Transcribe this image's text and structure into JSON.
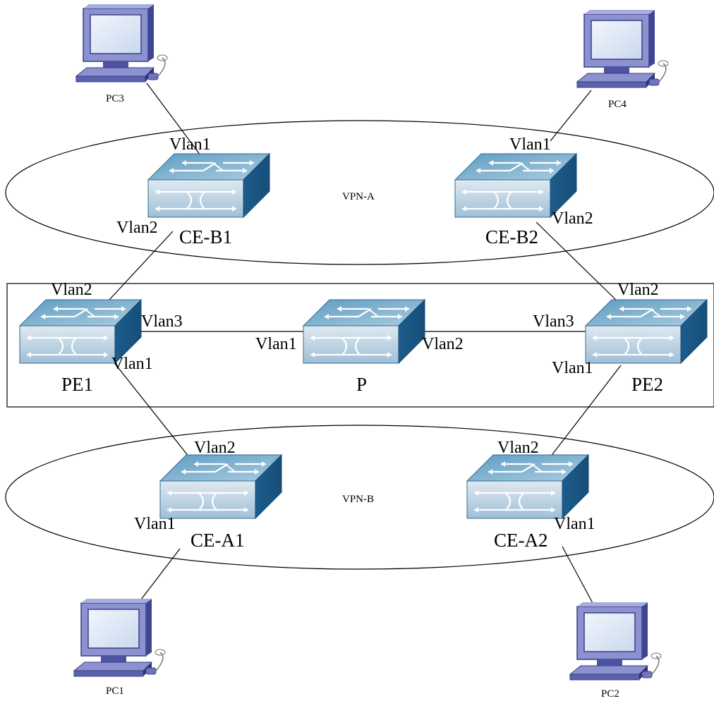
{
  "regions": {
    "vpn_a": {
      "label": "VPN-A"
    },
    "vpn_b": {
      "label": "VPN-B"
    }
  },
  "devices": {
    "pc3": {
      "label": "PC3",
      "icon": "pc-icon"
    },
    "pc4": {
      "label": "PC4",
      "icon": "pc-icon"
    },
    "pc1": {
      "label": "PC1",
      "icon": "pc-icon"
    },
    "pc2": {
      "label": "PC2",
      "icon": "pc-icon"
    },
    "ce_b1": {
      "label": "CE-B1",
      "icon": "switch-icon"
    },
    "ce_b2": {
      "label": "CE-B2",
      "icon": "switch-icon"
    },
    "pe1": {
      "label": "PE1",
      "icon": "switch-icon"
    },
    "p": {
      "label": "P",
      "icon": "switch-icon"
    },
    "pe2": {
      "label": "PE2",
      "icon": "switch-icon"
    },
    "ce_a1": {
      "label": "CE-A1",
      "icon": "switch-icon"
    },
    "ce_a2": {
      "label": "CE-A2",
      "icon": "switch-icon"
    }
  },
  "ports": {
    "ce_b1_v1": "Vlan1",
    "ce_b1_v2": "Vlan2",
    "ce_b2_v1": "Vlan1",
    "ce_b2_v2": "Vlan2",
    "pe1_v2": "Vlan2",
    "pe1_v3": "Vlan3",
    "pe1_v1": "Vlan1",
    "p_v1": "Vlan1",
    "p_v2": "Vlan2",
    "pe2_v3": "Vlan3",
    "pe2_v2": "Vlan2",
    "pe2_v1": "Vlan1",
    "ce_a1_v2": "Vlan2",
    "ce_a1_v1": "Vlan1",
    "ce_a2_v2": "Vlan2",
    "ce_a2_v1": "Vlan1"
  },
  "colors": {
    "switch_top": "#7fb3cf",
    "switch_front": "#b9d3e3",
    "switch_side": "#1f5f8f",
    "pc_body": "#7f86c4",
    "pc_dark": "#3a3f86",
    "pc_screen": "#d7e4f4"
  }
}
